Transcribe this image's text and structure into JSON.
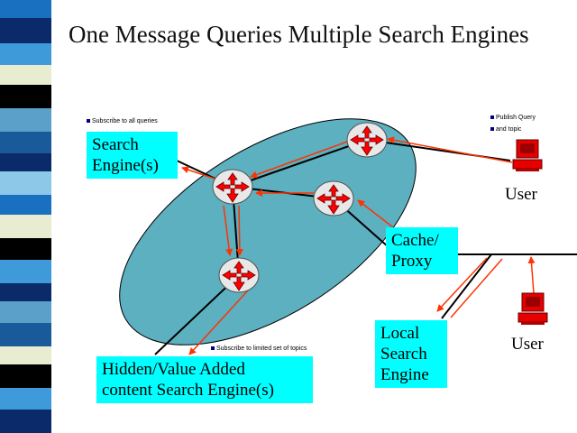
{
  "slide": {
    "title": "One Message Queries Multiple Search Engines"
  },
  "labels": {
    "search_engines": [
      "Search",
      "Engine(s)"
    ],
    "cache_proxy": [
      "Cache/",
      "Proxy"
    ],
    "local_search": [
      "Local",
      "Search",
      "Engine"
    ],
    "hidden": [
      "Hidden/Value Added",
      "content Search Engine(s)"
    ],
    "user_top": "User",
    "user_bottom": "User"
  },
  "annotations": {
    "subscribe_all": "Subscribe to all queries",
    "publish_query": "Publish Query",
    "and_topic": "and topic",
    "subscribe_limited": "Subscribe to limited set of topics"
  },
  "colors": {
    "cloud": "#5cb0c0",
    "label_bg": "#00ffff",
    "arrow": "#ff3300",
    "router": "#ff0000",
    "computer": "#e60000"
  },
  "icons": {
    "router": "router-icon",
    "user_terminal": "computer-icon"
  }
}
